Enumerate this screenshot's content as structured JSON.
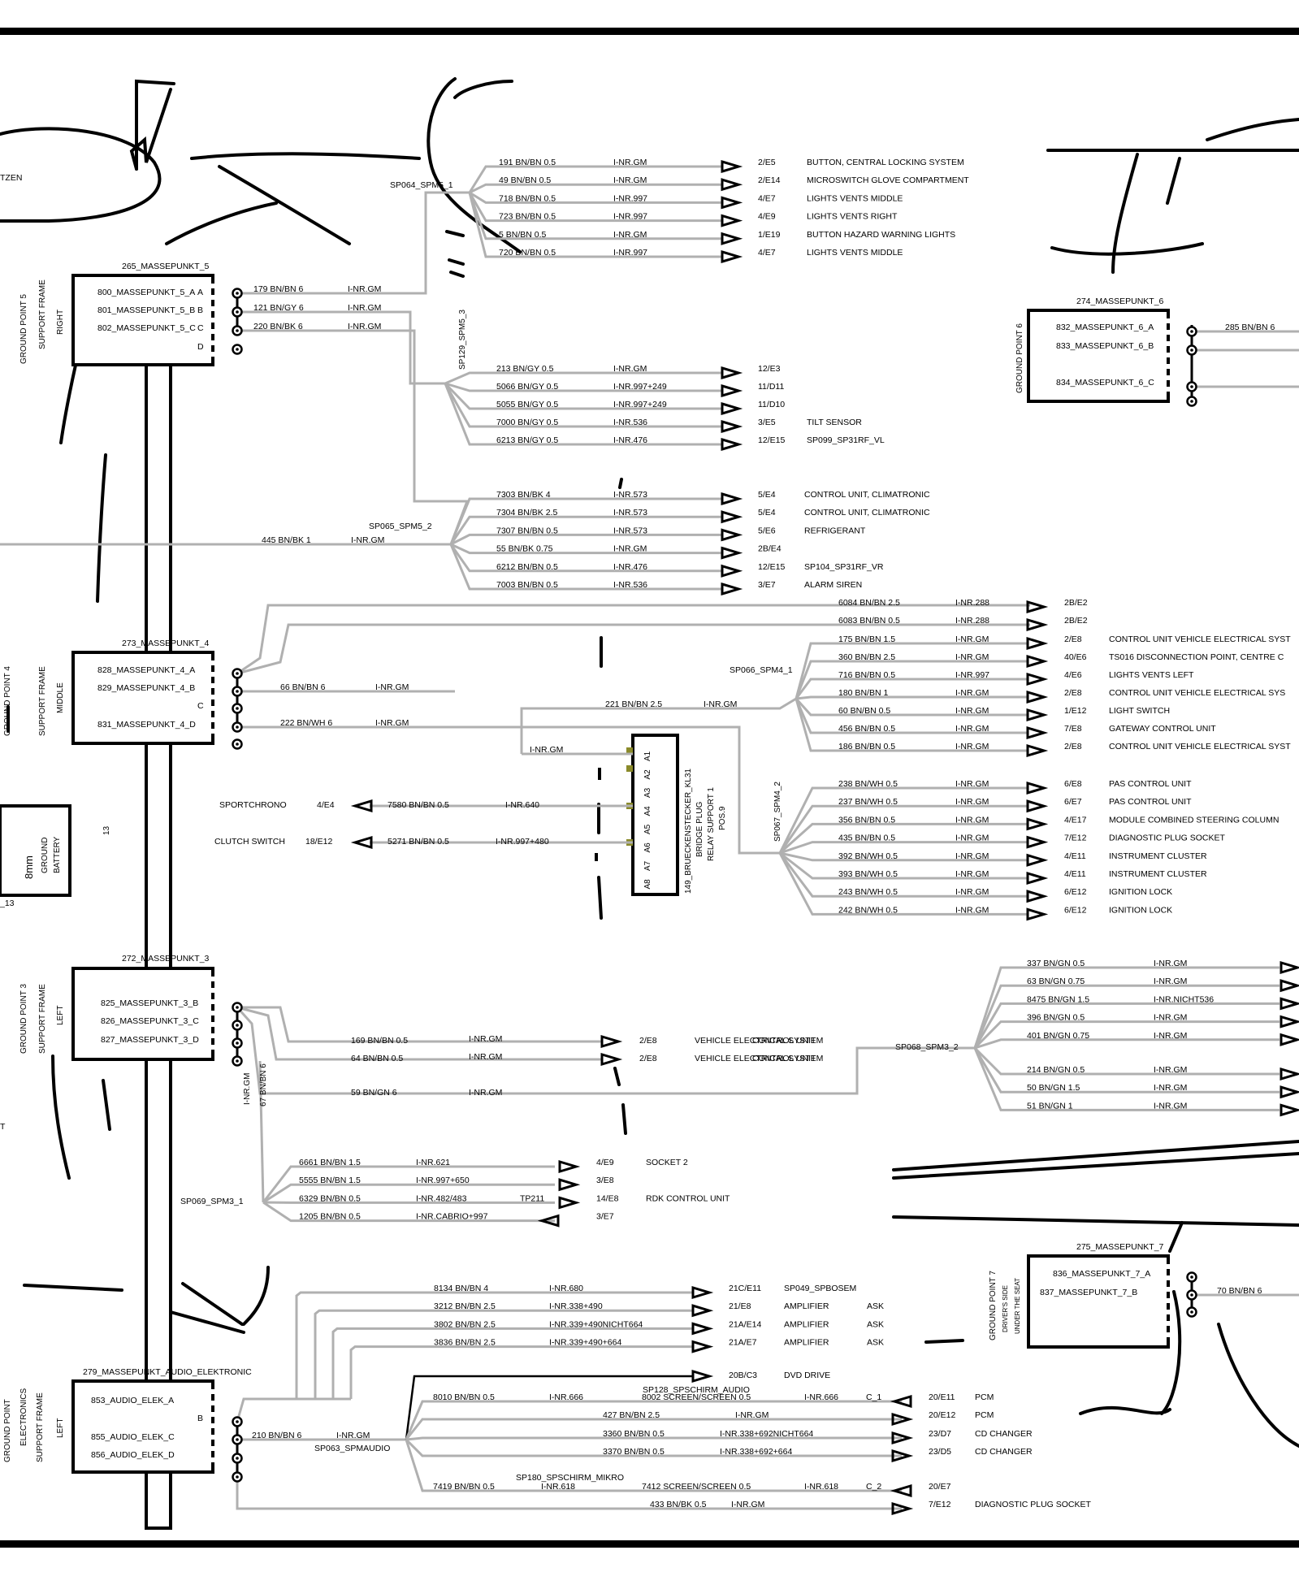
{
  "top_left_label": "TZEN",
  "ground5": {
    "title": "265_MASSEPUNKT_5",
    "side_label": [
      "GROUND POINT 5",
      "SUPPORT FRAME",
      "RIGHT"
    ],
    "pins": [
      "800_MASSEPUNKT_5_A",
      "801_MASSEPUNKT_5_B",
      "802_MASSEPUNKT_5_C"
    ],
    "pin_letters": [
      "A",
      "B",
      "C",
      "D"
    ],
    "wires": [
      {
        "label": "179 BN/BN 6",
        "nr": "I-NR.GM"
      },
      {
        "label": "121 BN/GY 6",
        "nr": "I-NR.GM"
      },
      {
        "label": "220 BN/BK 6",
        "nr": "I-NR.GM"
      }
    ]
  },
  "splices": {
    "sp064": "SP064_SPM5_1",
    "sp129": "SP129_SPM5_3",
    "sp065": "SP065_SPM5_2",
    "sp066": "SP066_SPM4_1",
    "sp067": "SP067_SPM4_2",
    "sp068": "SP068_SPM3_2",
    "sp069": "SP069_SPM3_1",
    "sp063": "SP063_SPMAUDIO",
    "sp128": "SP128_SPSCHIRM_AUDIO",
    "sp180": "SP180_SPSCHIRM_MIKRO"
  },
  "group_sp064": [
    {
      "wire": "191 BN/BN 0.5",
      "nr": "I-NR.GM",
      "loc": "2/E5",
      "desc": "BUTTON, CENTRAL LOCKING SYSTEM"
    },
    {
      "wire": "49 BN/BN 0.5",
      "nr": "I-NR.GM",
      "loc": "2/E14",
      "desc": "MICROSWITCH  GLOVE COMPARTMENT"
    },
    {
      "wire": "718 BN/BN 0.5",
      "nr": "I-NR.997",
      "loc": "4/E7",
      "desc": "LIGHTS   VENTS   MIDDLE"
    },
    {
      "wire": "723 BN/BN 0.5",
      "nr": "I-NR.997",
      "loc": "4/E9",
      "desc": "LIGHTS   VENTS   RIGHT"
    },
    {
      "wire": "5 BN/BN 0.5",
      "nr": "I-NR.GM",
      "loc": "1/E19",
      "desc": "BUTTON  HAZARD WARNING LIGHTS"
    },
    {
      "wire": "720 BN/BN 0.5",
      "nr": "I-NR.997",
      "loc": "4/E7",
      "desc": "LIGHTS   VENTS   MIDDLE"
    }
  ],
  "group_sp129": [
    {
      "wire": "213 BN/GY 0.5",
      "nr": "I-NR.GM",
      "loc": "12/E3",
      "desc": ""
    },
    {
      "wire": "5066 BN/GY 0.5",
      "nr": "I-NR.997+249",
      "loc": "11/D11",
      "desc": ""
    },
    {
      "wire": "5055 BN/GY 0.5",
      "nr": "I-NR.997+249",
      "loc": "11/D10",
      "desc": ""
    },
    {
      "wire": "7000 BN/GY 0.5",
      "nr": "I-NR.536",
      "loc": "3/E5",
      "desc": "TILT SENSOR"
    },
    {
      "wire": "6213 BN/GY 0.5",
      "nr": "I-NR.476",
      "loc": "12/E15",
      "desc": "SP099_SP31RF_VL"
    }
  ],
  "group_sp065": [
    {
      "wire": "7303 BN/BK 4",
      "nr": "I-NR.573",
      "loc": "5/E4",
      "desc": "CONTROL UNIT, CLIMATRONIC"
    },
    {
      "wire": "7304 BN/BK 2.5",
      "nr": "I-NR.573",
      "loc": "5/E4",
      "desc": "CONTROL UNIT, CLIMATRONIC"
    },
    {
      "wire": "7307 BN/BN 0.5",
      "nr": "I-NR.573",
      "loc": "5/E6",
      "desc": "REFRIGERANT"
    },
    {
      "wire": "55 BN/BK 0.75",
      "nr": "I-NR.GM",
      "loc": "2B/E4",
      "desc": ""
    },
    {
      "wire": "6212 BN/BN 0.5",
      "nr": "I-NR.476",
      "loc": "12/E15",
      "desc": "SP104_SP31RF_VR"
    },
    {
      "wire": "7003 BN/BN 0.5",
      "nr": "I-NR.536",
      "loc": "3/E7",
      "desc": "ALARM SIREN"
    }
  ],
  "sp065_feed": {
    "wire": "445 BN/BK 1",
    "nr": "I-NR.GM"
  },
  "ground6": {
    "title": "274_MASSEPUNKT_6",
    "side_label": "GROUND POINT 6",
    "pins": [
      "832_MASSEPUNKT_6_A",
      "833_MASSEPUNKT_6_B",
      "834_MASSEPUNKT_6_C"
    ],
    "wire": "285 BN/BN 6"
  },
  "ground4": {
    "title": "273_MASSEPUNKT_4",
    "side_label": [
      "GROUND POINT 4",
      "SUPPORT FRAME",
      "MIDDLE"
    ],
    "pins": [
      "828_MASSEPUNKT_4_A",
      "829_MASSEPUNKT_4_B",
      "831_MASSEPUNKT_4_D"
    ],
    "pin_letter_c": "C",
    "wires": [
      {
        "label": "66 BN/BN 6",
        "nr": "I-NR.GM"
      },
      {
        "label": "222 BN/WH 6",
        "nr": "I-NR.GM"
      }
    ]
  },
  "top_pair": [
    {
      "wire": "6084 BN/BN 2.5",
      "nr": "I-NR.288",
      "loc": "2B/E2"
    },
    {
      "wire": "6083 BN/BN 0.5",
      "nr": "I-NR.288",
      "loc": "2B/E2"
    }
  ],
  "group_sp066": [
    {
      "wire": "175 BN/BN 1.5",
      "nr": "I-NR.GM",
      "loc": "2/E8",
      "desc": "CONTROL UNIT  VEHICLE ELECTRICAL SYST"
    },
    {
      "wire": "360 BN/BN 2.5",
      "nr": "I-NR.GM",
      "loc": "40/E6",
      "desc": "TS016  DISCONNECTION POINT, CENTRE C"
    },
    {
      "wire": "716 BN/BN 0.5",
      "nr": "I-NR.997",
      "loc": "4/E6",
      "desc": "LIGHTS  VENTS  LEFT"
    },
    {
      "wire": "180 BN/BN 1",
      "nr": "I-NR.GM",
      "loc": "2/E8",
      "desc": "CONTROL UNIT  VEHICLE ELECTRICAL SYS"
    },
    {
      "wire": "60 BN/BN 0.5",
      "nr": "I-NR.GM",
      "loc": "1/E12",
      "desc": "LIGHT SWITCH"
    },
    {
      "wire": "456 BN/BN 0.5",
      "nr": "I-NR.GM",
      "loc": "7/E8",
      "desc": "GATEWAY CONTROL UNIT"
    },
    {
      "wire": "186 BN/BN 0.5",
      "nr": "I-NR.GM",
      "loc": "2/E8",
      "desc": "CONTROL UNIT  VEHICLE ELECTRICAL SYST"
    }
  ],
  "sp066_feed": {
    "wire": "221 BN/BN 2.5",
    "nr": "I-NR.GM"
  },
  "group_sp067": [
    {
      "wire": "238 BN/WH 0.5",
      "nr": "I-NR.GM",
      "loc": "6/E8",
      "desc": "PAS CONTROL UNIT"
    },
    {
      "wire": "237 BN/WH 0.5",
      "nr": "I-NR.GM",
      "loc": "6/E7",
      "desc": "PAS CONTROL UNIT"
    },
    {
      "wire": "356 BN/BN 0.5",
      "nr": "I-NR.GM",
      "loc": "4/E17",
      "desc": "MODULE  COMBINED STEERING COLUMN"
    },
    {
      "wire": "435 BN/BN 0.5",
      "nr": "I-NR.GM",
      "loc": "7/E12",
      "desc": "DIAGNOSTIC PLUG SOCKET"
    },
    {
      "wire": "392 BN/WH 0.5",
      "nr": "I-NR.GM",
      "loc": "4/E11",
      "desc": "INSTRUMENT CLUSTER"
    },
    {
      "wire": "393 BN/WH 0.5",
      "nr": "I-NR.GM",
      "loc": "4/E11",
      "desc": "INSTRUMENT CLUSTER"
    },
    {
      "wire": "243 BN/WH 0.5",
      "nr": "I-NR.GM",
      "loc": "6/E12",
      "desc": "IGNITION LOCK"
    },
    {
      "wire": "242 BN/WH 0.5",
      "nr": "I-NR.GM",
      "loc": "6/E12",
      "desc": "IGNITION LOCK"
    }
  ],
  "bridge_plug": {
    "lines": [
      "149_BRUECKENSTECKER_KL31",
      "BRIDGE PLUG",
      "RELAY SUPPORT 1",
      "POS.9"
    ],
    "pins": [
      "A1",
      "A2",
      "A3",
      "A4",
      "A5",
      "A6",
      "A7",
      "A8"
    ],
    "feed_nr": "I-NR.GM"
  },
  "sportchrono": {
    "name": "SPORTCHRONO",
    "loc": "4/E4",
    "wire": "7580 BN/BN 0.5",
    "nr": "I-NR.640"
  },
  "clutch": {
    "name": "CLUTCH SWITCH",
    "loc": "18/E12",
    "wire": "5271 BN/BN 0.5",
    "nr": "I-NR.997+480"
  },
  "battery": {
    "size": "8mm",
    "lines": [
      "GROUND",
      "BATTERY"
    ],
    "left_label": "_13",
    "num": "13"
  },
  "ground3": {
    "title": "272_MASSEPUNKT_3",
    "side_label": [
      "GROUND POINT 3",
      "SUPPORT FRAME",
      "LEFT"
    ],
    "pins": [
      "825_MASSEPUNKT_3_B",
      "826_MASSEPUNKT_3_C",
      "827_MASSEPUNKT_3_D"
    ],
    "wires": [
      {
        "wire": "169 BN/BN 0.5",
        "nr": "I-NR.GM",
        "loc": "2/E8",
        "desc": "VEHICLE ELECTRICAL SYSTEM"
      },
      {
        "wire": "64 BN/BN 0.5",
        "nr": "I-NR.GM",
        "loc": "2/E8",
        "desc": "VEHICLE ELECTRICAL SYSTEM"
      },
      {
        "wire": "59 BN/GN 6",
        "nr": "I-NR.GM"
      }
    ],
    "overlay": "CONTROL UNIT",
    "vert_nr": "I-NR.GM",
    "vert_wire": "67 BN/BN 6"
  },
  "left_edge_t": "T",
  "group_sp068": [
    {
      "wire": "337 BN/GN 0.5",
      "nr": "I-NR.GM"
    },
    {
      "wire": "63 BN/GN 0.75",
      "nr": "I-NR.GM"
    },
    {
      "wire": "8475 BN/GN 1.5",
      "nr": "I-NR.NICHT536"
    },
    {
      "wire": "396 BN/GN 0.5",
      "nr": "I-NR.GM"
    },
    {
      "wire": "401 BN/GN 0.75",
      "nr": "I-NR.GM"
    },
    {
      "wire": "214 BN/GN 0.5",
      "nr": "I-NR.GM"
    },
    {
      "wire": "50 BN/GN 1.5",
      "nr": "I-NR.GM"
    },
    {
      "wire": "51 BN/GN 1",
      "nr": "I-NR.GM"
    }
  ],
  "group_sp069": [
    {
      "wire": "6661 BN/BN 1.5",
      "nr": "I-NR.621",
      "tp": "",
      "loc": "4/E9",
      "desc": "SOCKET 2"
    },
    {
      "wire": "5555 BN/BN 1.5",
      "nr": "I-NR.997+650",
      "tp": "",
      "loc": "3/E8",
      "desc": ""
    },
    {
      "wire": "6329 BN/BN 0.5",
      "nr": "I-NR.482/483",
      "tp": "TP211",
      "loc": "14/E8",
      "desc": "RDK CONTROL UNIT"
    },
    {
      "wire": "1205 BN/BN 0.5",
      "nr": "I-NR.CABRIO+997",
      "tp": "",
      "loc": "3/E7",
      "desc": ""
    }
  ],
  "ground7": {
    "title": "275_MASSEPUNKT_7",
    "side_label": [
      "GROUND POINT 7",
      "DRIVER'S SIDE",
      "UNDER THE SEAT"
    ],
    "pins": [
      "836_MASSEPUNKT_7_A",
      "837_MASSEPUNKT_7_B"
    ],
    "wire": "70 BN/BN 6"
  },
  "audio_top": [
    {
      "wire": "8134 BN/BN 4",
      "nr": "I-NR.680",
      "loc": "21C/E11",
      "desc": "SP049_SPBOSEM",
      "extra": ""
    },
    {
      "wire": "3212 BN/BN 2.5",
      "nr": "I-NR.338+490",
      "loc": "21/E8",
      "desc": "AMPLIFIER",
      "extra": "ASK"
    },
    {
      "wire": "3802 BN/BN 2.5",
      "nr": "I-NR.339+490NICHT664",
      "loc": "21A/E14",
      "desc": "AMPLIFIER",
      "extra": "ASK"
    },
    {
      "wire": "3836 BN/BN 2.5",
      "nr": "I-NR.339+490+664",
      "loc": "21A/E7",
      "desc": "AMPLIFIER",
      "extra": "ASK"
    }
  ],
  "ground_audio": {
    "title": "279_MASSEPUNKT_AUDIO_ELEKTRONIC",
    "side_label": [
      "GROUND POINT",
      "ELECTRONICS",
      "SUPPORT FRAME",
      "LEFT"
    ],
    "pins": [
      "853_AUDIO_ELEK_A",
      "855_AUDIO_ELEK_C",
      "856_AUDIO_ELEK_D"
    ],
    "pin_b": "B",
    "feed": {
      "wire": "210 BN/BN 6",
      "nr": "I-NR.GM"
    }
  },
  "audio_bottom": {
    "dvd": {
      "loc": "20B/C3",
      "desc": "DVD DRIVE"
    },
    "rows": [
      {
        "wire": "8010 BN/BN 0.5",
        "nr": "I-NR.666",
        "screen": "8002 SCREEN/SCREEN 0.5",
        "nr2": "I-NR.666",
        "c": "C_1",
        "loc": "20/E11",
        "desc": "PCM"
      },
      {
        "wire": "427 BN/BN 2.5",
        "nr": "I-NR.GM",
        "loc": "20/E12",
        "desc": "PCM"
      },
      {
        "wire": "3360 BN/BN 0.5",
        "nr": "I-NR.338+692NICHT664",
        "loc": "23/D7",
        "desc": "CD CHANGER"
      },
      {
        "wire": "3370 BN/BN 0.5",
        "nr": "I-NR.338+692+664",
        "loc": "23/D5",
        "desc": "CD CHANGER"
      },
      {
        "wire": "7419 BN/BN 0.5",
        "nr": "I-NR.618",
        "screen": "7412 SCREEN/SCREEN 0.5",
        "nr2": "I-NR.618",
        "c": "C_2",
        "loc": "20/E7",
        "desc": ""
      },
      {
        "wire": "433 BN/BK 0.5",
        "nr": "I-NR.GM",
        "loc": "7/E12",
        "desc": "DIAGNOSTIC PLUG SOCKET"
      }
    ]
  }
}
